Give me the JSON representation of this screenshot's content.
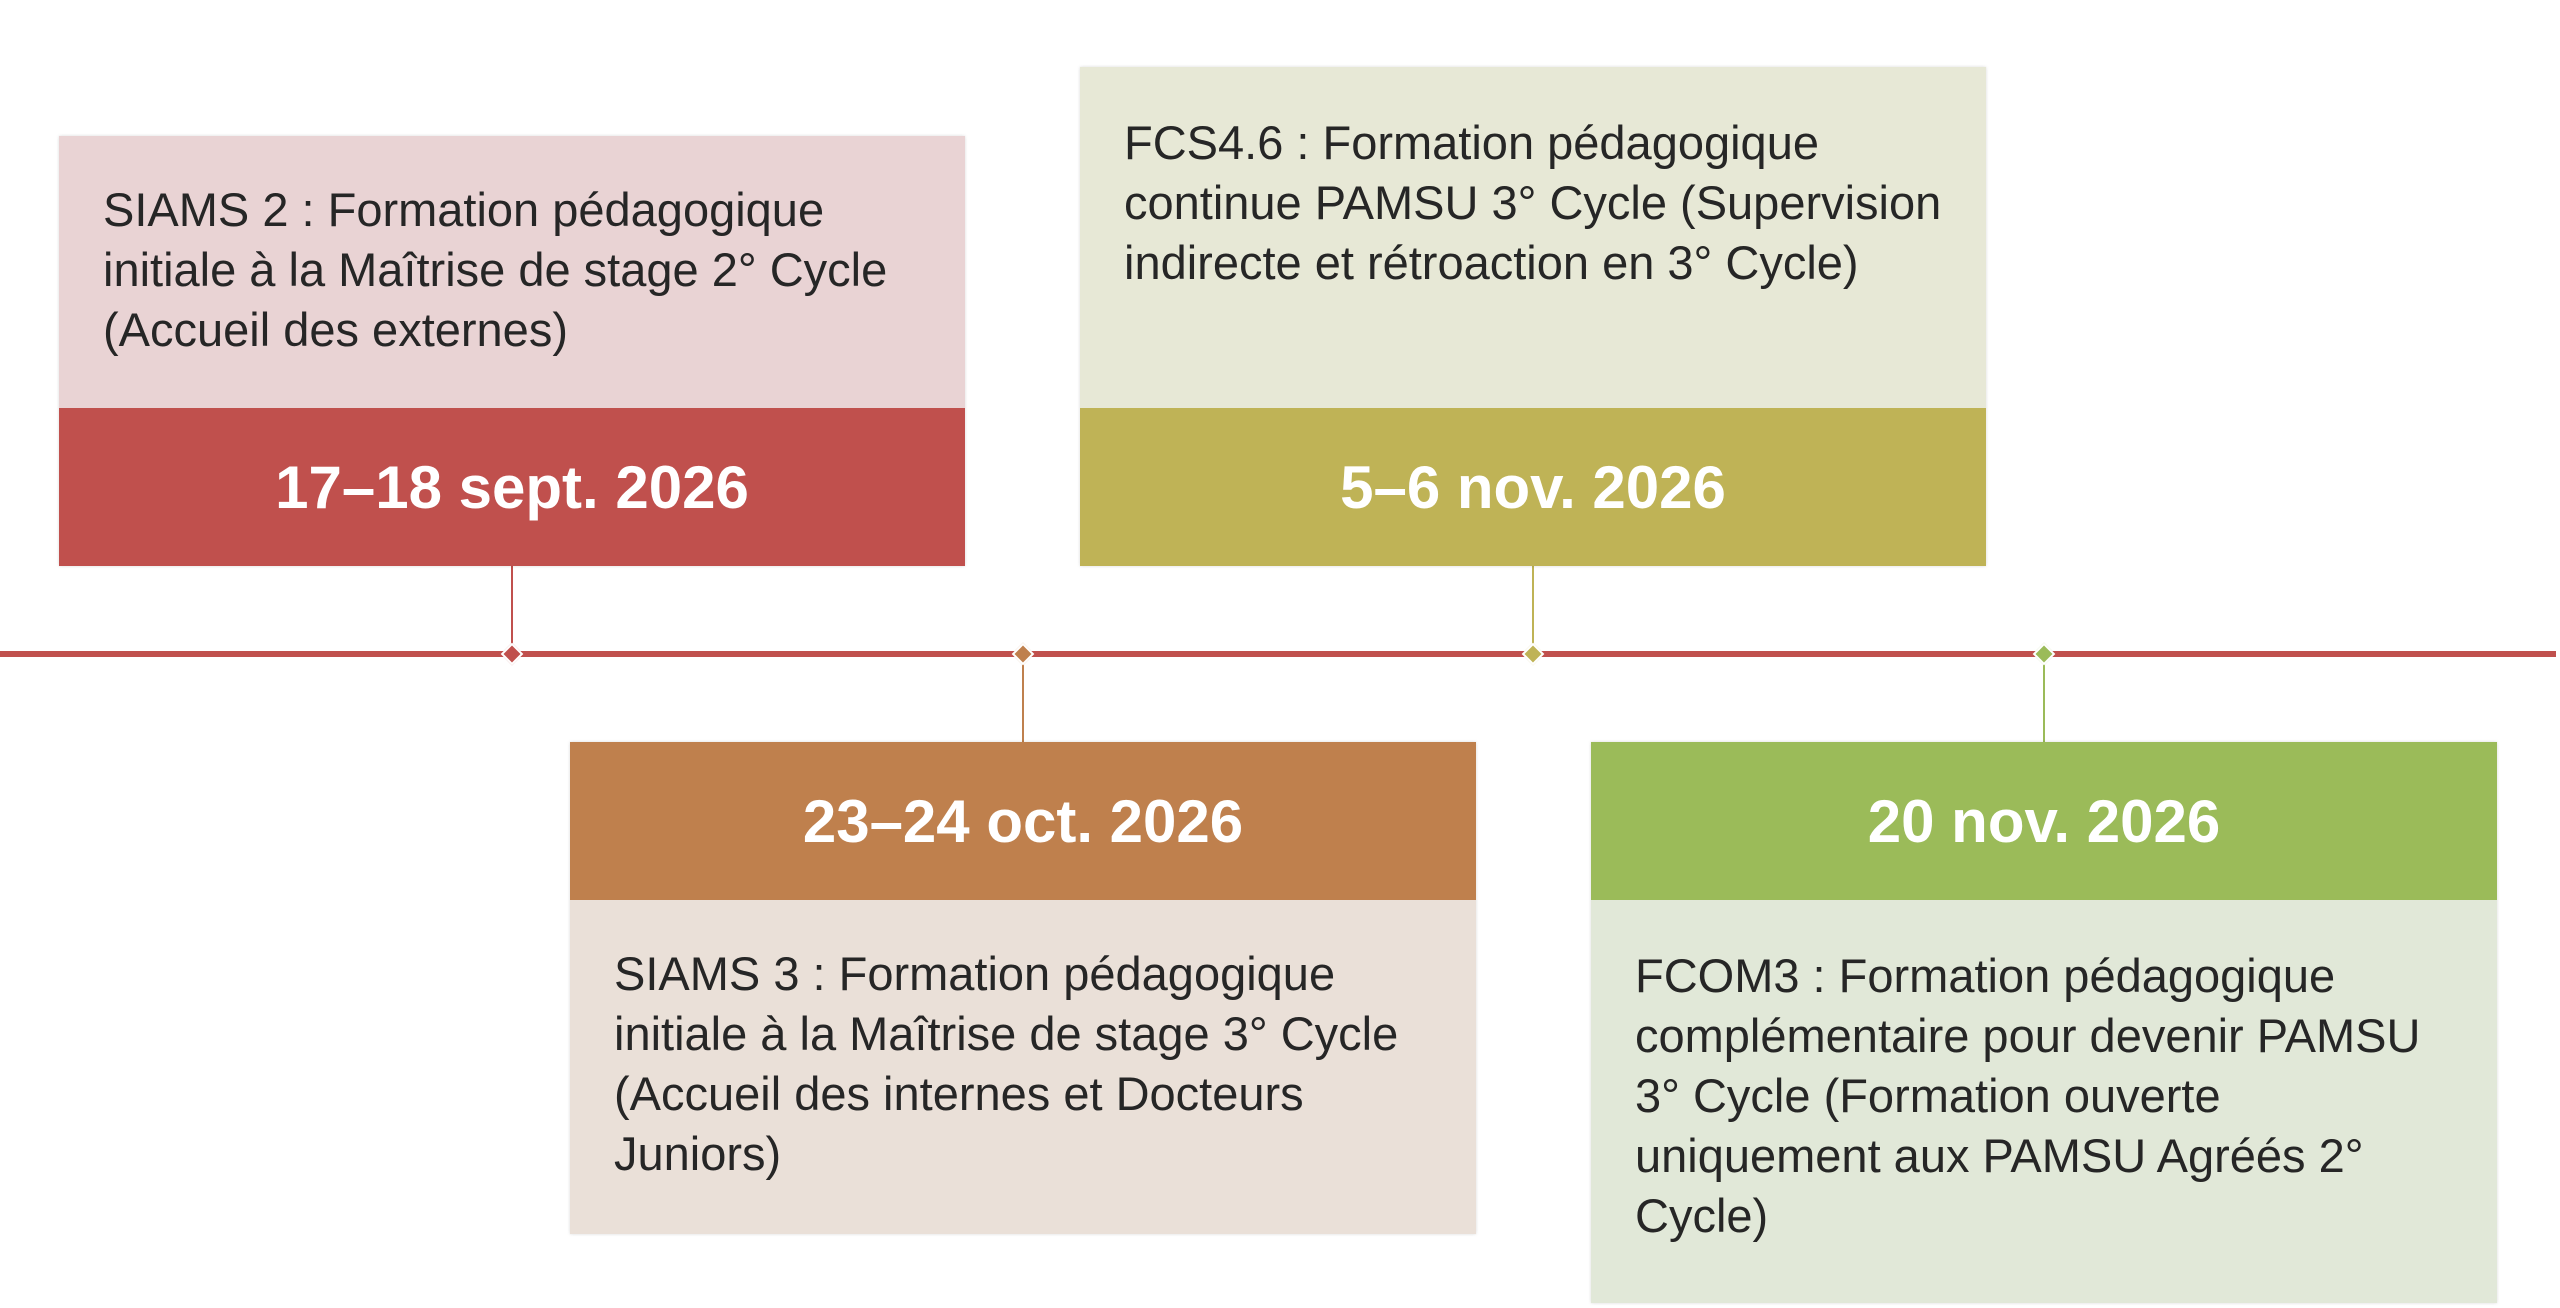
{
  "timeline": {
    "events": [
      {
        "date": "17–18 sept. 2026",
        "description": "SIAMS 2 : Formation pédagogique initiale à la Maîtrise de stage 2° Cycle (Accueil des externes)",
        "color": "#c0504d",
        "light_color": "#e9d3d4"
      },
      {
        "date": "23–24 oct. 2026",
        "description": "SIAMS 3 : Formation pédagogique initiale à la Maîtrise de stage 3° Cycle (Accueil des internes et Docteurs Juniors)",
        "color": "#bf804d",
        "light_color": "#eae0d8"
      },
      {
        "date": "5–6 nov. 2026",
        "description": "FCS4.6 : Formation pédagogique continue PAMSU 3° Cycle (Supervision indirecte et rétroaction en 3° Cycle)",
        "color": "#bfb356",
        "light_color": "#e7e8d6"
      },
      {
        "date": "20 nov. 2026",
        "description": "FCOM3 :  Formation pédagogique complémentaire pour devenir PAMSU 3° Cycle (Formation ouverte uniquement aux PAMSU Agréés 2° Cycle)",
        "color": "#9bbb59",
        "light_color": "#e1e8d8"
      }
    ],
    "axis_color": "#c0504d"
  }
}
